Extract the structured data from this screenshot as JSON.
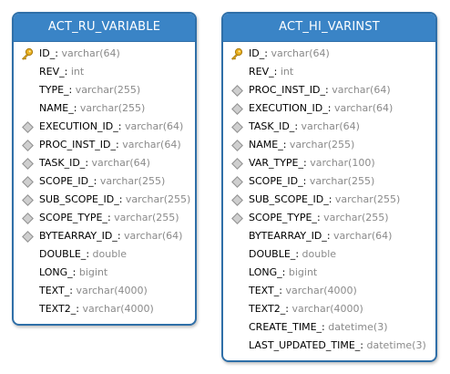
{
  "tables": [
    {
      "title": "ACT_RU_VARIABLE",
      "columns": [
        {
          "name": "ID_",
          "sep": ":",
          "type": "varchar(64)",
          "marker": "key-icon"
        },
        {
          "name": "REV_",
          "sep": ":",
          "type": "int",
          "marker": ""
        },
        {
          "name": "TYPE_",
          "sep": ":",
          "type": "varchar(255)",
          "marker": ""
        },
        {
          "name": "NAME_",
          "sep": ":",
          "type": "varchar(255)",
          "marker": ""
        },
        {
          "name": "EXECUTION_ID_",
          "sep": ":",
          "type": "varchar(64)",
          "marker": "diamond-icon"
        },
        {
          "name": "PROC_INST_ID_",
          "sep": ":",
          "type": "varchar(64)",
          "marker": "diamond-icon"
        },
        {
          "name": "TASK_ID_",
          "sep": ":",
          "type": "varchar(64)",
          "marker": "diamond-icon"
        },
        {
          "name": "SCOPE_ID_",
          "sep": ":",
          "type": "varchar(255)",
          "marker": "diamond-icon"
        },
        {
          "name": "SUB_SCOPE_ID_",
          "sep": ":",
          "type": "varchar(255)",
          "marker": "diamond-icon"
        },
        {
          "name": "SCOPE_TYPE_",
          "sep": ":",
          "type": "varchar(255)",
          "marker": "diamond-icon"
        },
        {
          "name": "BYTEARRAY_ID_",
          "sep": ":",
          "type": "varchar(64)",
          "marker": "diamond-icon"
        },
        {
          "name": "DOUBLE_",
          "sep": ":",
          "type": "double",
          "marker": ""
        },
        {
          "name": "LONG_",
          "sep": ":",
          "type": "bigint",
          "marker": ""
        },
        {
          "name": "TEXT_",
          "sep": ":",
          "type": "varchar(4000)",
          "marker": ""
        },
        {
          "name": "TEXT2_",
          "sep": ":",
          "type": "varchar(4000)",
          "marker": ""
        }
      ]
    },
    {
      "title": "ACT_HI_VARINST",
      "columns": [
        {
          "name": "ID_",
          "sep": ":",
          "type": "varchar(64)",
          "marker": "key-icon"
        },
        {
          "name": "REV_",
          "sep": ":",
          "type": "int",
          "marker": ""
        },
        {
          "name": "PROC_INST_ID_",
          "sep": ":",
          "type": "varchar(64)",
          "marker": "diamond-icon"
        },
        {
          "name": "EXECUTION_ID_",
          "sep": ":",
          "type": "varchar(64)",
          "marker": "diamond-icon"
        },
        {
          "name": "TASK_ID_",
          "sep": ":",
          "type": "varchar(64)",
          "marker": "diamond-icon"
        },
        {
          "name": "NAME_",
          "sep": ":",
          "type": "varchar(255)",
          "marker": "diamond-icon"
        },
        {
          "name": "VAR_TYPE_",
          "sep": ":",
          "type": "varchar(100)",
          "marker": "diamond-icon"
        },
        {
          "name": "SCOPE_ID_",
          "sep": ":",
          "type": "varchar(255)",
          "marker": "diamond-icon"
        },
        {
          "name": "SUB_SCOPE_ID_",
          "sep": ":",
          "type": "varchar(255)",
          "marker": "diamond-icon"
        },
        {
          "name": "SCOPE_TYPE_",
          "sep": ":",
          "type": "varchar(255)",
          "marker": "diamond-icon"
        },
        {
          "name": "BYTEARRAY_ID_",
          "sep": ":",
          "type": "varchar(64)",
          "marker": ""
        },
        {
          "name": "DOUBLE_",
          "sep": ":",
          "type": "double",
          "marker": ""
        },
        {
          "name": "LONG_",
          "sep": ":",
          "type": "bigint",
          "marker": ""
        },
        {
          "name": "TEXT_",
          "sep": ":",
          "type": "varchar(4000)",
          "marker": ""
        },
        {
          "name": "TEXT2_",
          "sep": ":",
          "type": "varchar(4000)",
          "marker": ""
        },
        {
          "name": "CREATE_TIME_",
          "sep": ":",
          "type": "datetime(3)",
          "marker": ""
        },
        {
          "name": "LAST_UPDATED_TIME_",
          "sep": ":",
          "type": "datetime(3)",
          "marker": ""
        }
      ]
    }
  ],
  "colors": {
    "header_bg": "#3a84c6",
    "border": "#2f6fa8",
    "type_text": "#8a8a8a",
    "key_gold": "#e8b020"
  }
}
